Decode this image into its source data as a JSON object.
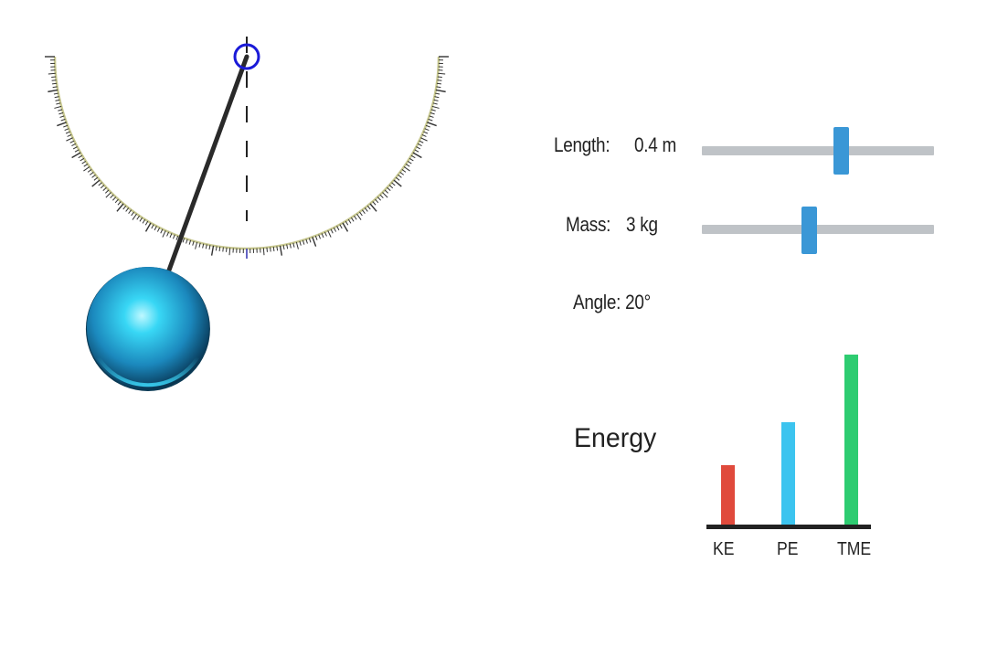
{
  "pendulum": {
    "angle_deg": 20,
    "colors": {
      "bob": "#2bb6e4",
      "rod": "#222222",
      "pivot": "#1a1ad8",
      "scale": "#c8c890"
    },
    "icons": {
      "pivot": "pivot-ring-icon",
      "bob": "pendulum-bob-icon"
    }
  },
  "controls": {
    "length_label": "Length:",
    "length_value": "0.4 m",
    "length_fraction": 0.6,
    "mass_label": "Mass:",
    "mass_value": "3 kg",
    "mass_fraction": 0.46,
    "angle_text": "Angle: 20°",
    "slider_colors": {
      "track": "#bfc3c7",
      "thumb": "#3a97d6"
    }
  },
  "energy": {
    "title": "Energy",
    "bars": [
      {
        "label": "KE",
        "value": 0.35,
        "color": "#e04a3c"
      },
      {
        "label": "PE",
        "value": 0.6,
        "color": "#3cc4ef"
      },
      {
        "label": "TME",
        "value": 1.0,
        "color": "#2ecc71"
      }
    ]
  }
}
